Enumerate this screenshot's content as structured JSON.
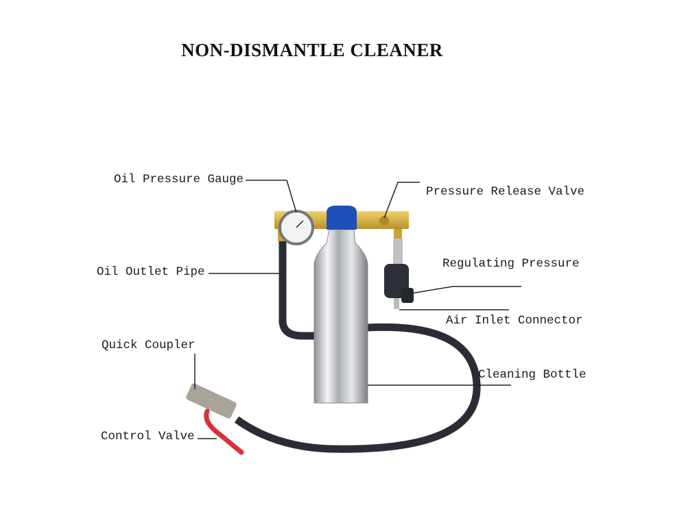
{
  "title": "NON-DISMANTLE CLEANER",
  "labels": {
    "oil_pressure_gauge": "Oil Pressure Gauge",
    "pressure_release_valve": "Pressure Release Valve",
    "regulating_pressure": "Regulating Pressure",
    "air_inlet_connector": "Air Inlet Connector",
    "oil_outlet_pipe": "Oil Outlet Pipe",
    "quick_coupler": "Quick Coupler",
    "cleaning_bottle": "Cleaning Bottle",
    "control_valve": "Control Valve"
  },
  "colors": {
    "manifold": "#d9b53a",
    "cap": "#1f4fb8",
    "hose": "#2a2d38",
    "valve_handle": "#d8303a",
    "bottle": "#c9ccd2"
  }
}
